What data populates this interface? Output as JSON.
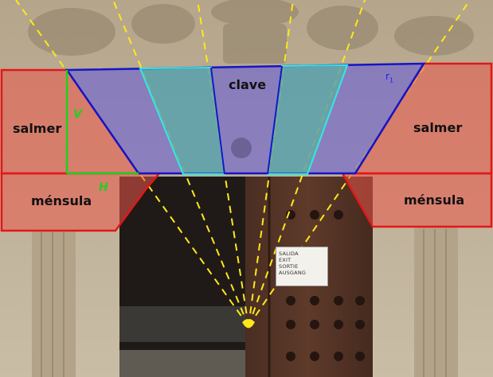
{
  "labels": {
    "keystone": "clave",
    "springer_left": "salmer",
    "springer_right": "salmer",
    "corbel_left": "ménsula",
    "corbel_right": "ménsula",
    "vertical": "V",
    "horizontal": "H",
    "radius": "r",
    "radius_sub": "1"
  },
  "sign": {
    "line1": "SALIDA",
    "line2": "EXIT",
    "line3": "SORTIE",
    "line4": "AUSGANG"
  },
  "colors": {
    "springer_outline": "#e01818",
    "springer_fill": "rgba(235,85,75,0.55)",
    "voussoir_outline": "#1515c8",
    "voussoir_fill": "rgba(105,95,215,0.6)",
    "keystone_outline": "#35e6e6",
    "keystone_fill": "rgba(70,200,150,0.5)",
    "dimension_lines": "#1fd11f",
    "ray_lines": "#ffe81a"
  }
}
